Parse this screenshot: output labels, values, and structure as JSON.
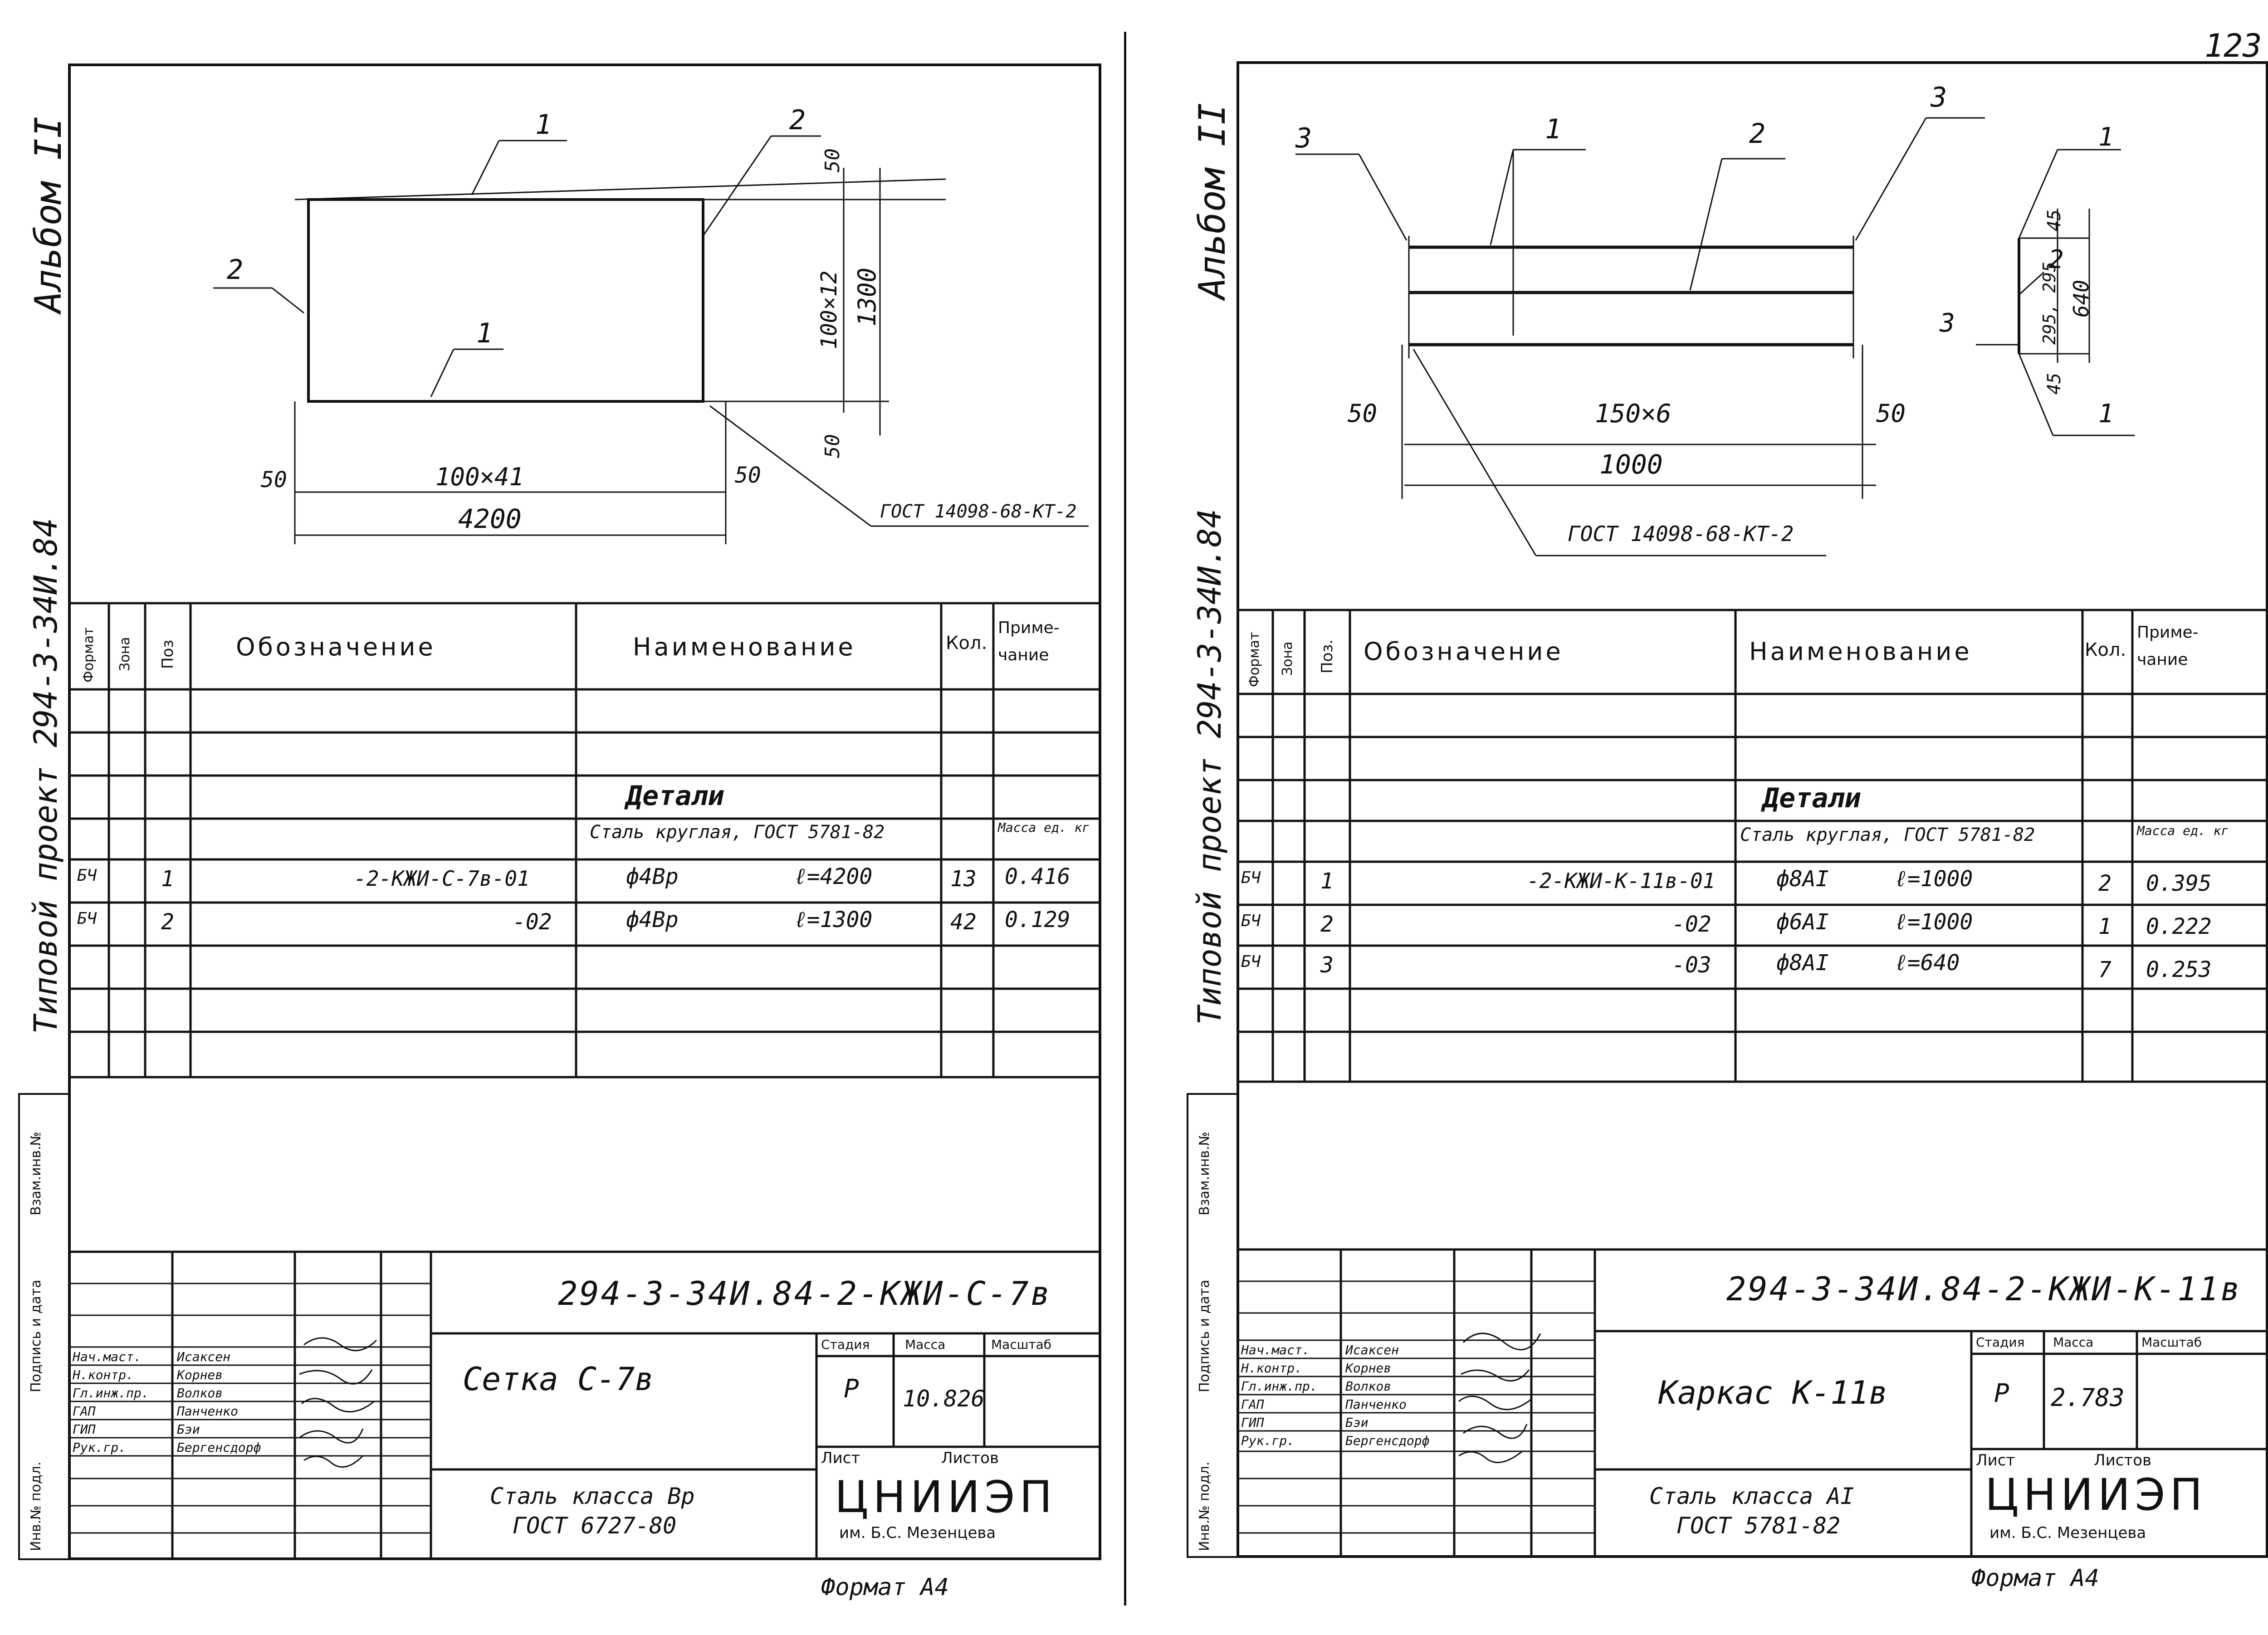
{
  "page_number": "123",
  "left": {
    "side_album": "Альбом II",
    "side_project": "Типовой проект 294-3-34И.84",
    "drawing": {
      "top_label_1": "1",
      "top_label_2": "2",
      "left_label_2": "2",
      "inner_label_1": "1",
      "dim_top_50": "50",
      "dim_bottom_50": "50",
      "dim_spacing_vertical": "100×12",
      "dim_height": "1300",
      "dim_left_50": "50",
      "dim_right_50": "50",
      "dim_spacing_horizontal": "100×41",
      "dim_width": "4200",
      "gost_callout": "ГОСТ 14098-68-КТ-2"
    },
    "table": {
      "headers": {
        "format": "Формат",
        "zone": "Зона",
        "pos": "Поз",
        "designation": "Обозначение",
        "name": "Наименование",
        "qty": "Кол.",
        "note": "Приме-чание"
      },
      "section_title": "Детали",
      "material": "Сталь круглая, ГОСТ 5781-82",
      "mass_note": "Масса ед. кг",
      "rows": [
        {
          "fmt": "БЧ",
          "pos": "1",
          "designation": "-2-КЖИ-С-7в-01",
          "name": "ф4Вр",
          "length": "ℓ=4200",
          "qty": "13",
          "note": "0.416"
        },
        {
          "fmt": "БЧ",
          "pos": "2",
          "designation": "-02",
          "name": "ф4Вр",
          "length": "ℓ=1300",
          "qty": "42",
          "note": "0.129"
        }
      ]
    },
    "side_stamp": {
      "inv_orig": "Инв.№ подл.",
      "signature_date": "Подпись и дата",
      "replace_inv": "Взам.инв.№"
    },
    "title_block": {
      "code": "294-3-34И.84-2-КЖИ-С-7в",
      "name": "Сетка С-7в",
      "stage_label": "Стадия",
      "mass_label": "Масса",
      "scale_label": "Масштаб",
      "stage": "Р",
      "mass": "10.826",
      "sheet_label": "Лист",
      "sheets_label": "Листов",
      "material_line1": "Сталь класса Вр",
      "material_line2": "ГОСТ 6727-80",
      "org": "ЦНИИЭП",
      "org_sub": "им. Б.С. Мезенцева",
      "roles": [
        {
          "role": "Нач.маст.",
          "name": "Исаксен"
        },
        {
          "role": "Н.контр.",
          "name": "Корнев"
        },
        {
          "role": "Гл.инж.пр.",
          "name": "Волков"
        },
        {
          "role": "ГАП",
          "name": "Панченко"
        },
        {
          "role": "ГИП",
          "name": "Бэи"
        },
        {
          "role": "Рук.гр.",
          "name": "Бергенсдорф"
        }
      ]
    },
    "format": "Формат А4"
  },
  "right": {
    "side_album": "Альбом II",
    "side_project": "Типовой проект 294-3-34И.84",
    "drawing": {
      "label_3_left": "3",
      "label_1_top": "1",
      "label_2_top": "2",
      "label_3_right": "3",
      "dim_left_50": "50",
      "dim_spacing": "150×6",
      "dim_right_50": "50",
      "dim_length": "1000",
      "gost_callout": "ГОСТ 14098-68-КТ-2",
      "section_label_1_top": "1",
      "section_label_2": "2",
      "section_label_3": "3",
      "section_label_1_bottom": "1",
      "section_dim_top": "45",
      "section_dim_mid": "295, 295",
      "section_dim_bottom": "45",
      "section_dim_total": "640"
    },
    "table": {
      "headers": {
        "format": "Формат",
        "zone": "Зона",
        "pos": "Поз.",
        "designation": "Обозначение",
        "name": "Наименование",
        "qty": "Кол.",
        "note": "Приме-чание"
      },
      "section_title": "Детали",
      "material": "Сталь круглая, ГОСТ 5781-82",
      "mass_note": "Масса ед. кг",
      "rows": [
        {
          "fmt": "БЧ",
          "pos": "1",
          "designation": "-2-КЖИ-К-11в-01",
          "name": "ф8АI",
          "length": "ℓ=1000",
          "qty": "2",
          "note": "0.395"
        },
        {
          "fmt": "БЧ",
          "pos": "2",
          "designation": "-02",
          "name": "ф6АI",
          "length": "ℓ=1000",
          "qty": "1",
          "note": "0.222"
        },
        {
          "fmt": "БЧ",
          "pos": "3",
          "designation": "-03",
          "name": "ф8АI",
          "length": "ℓ=640",
          "qty": "7",
          "note": "0.253"
        }
      ]
    },
    "side_stamp": {
      "inv_orig": "Инв.№ подл.",
      "signature_date": "Подпись и дата",
      "replace_inv": "Взам.инв.№"
    },
    "title_block": {
      "code": "294-3-34И.84-2-КЖИ-К-11в",
      "name": "Каркас К-11в",
      "stage_label": "Стадия",
      "mass_label": "Масса",
      "scale_label": "Масштаб",
      "stage": "Р",
      "mass": "2.783",
      "sheet_label": "Лист",
      "sheets_label": "Листов",
      "material_line1": "Сталь класса АI",
      "material_line2": "ГОСТ 5781-82",
      "org": "ЦНИИЭП",
      "org_sub": "им. Б.С. Мезенцева",
      "roles": [
        {
          "role": "Нач.маст.",
          "name": "Исаксен"
        },
        {
          "role": "Н.контр.",
          "name": "Корнев"
        },
        {
          "role": "Гл.инж.пр.",
          "name": "Волков"
        },
        {
          "role": "ГАП",
          "name": "Панченко"
        },
        {
          "role": "ГИП",
          "name": "Бэи"
        },
        {
          "role": "Рук.гр.",
          "name": "Бергенсдорф"
        }
      ]
    },
    "format": "Формат А4"
  }
}
